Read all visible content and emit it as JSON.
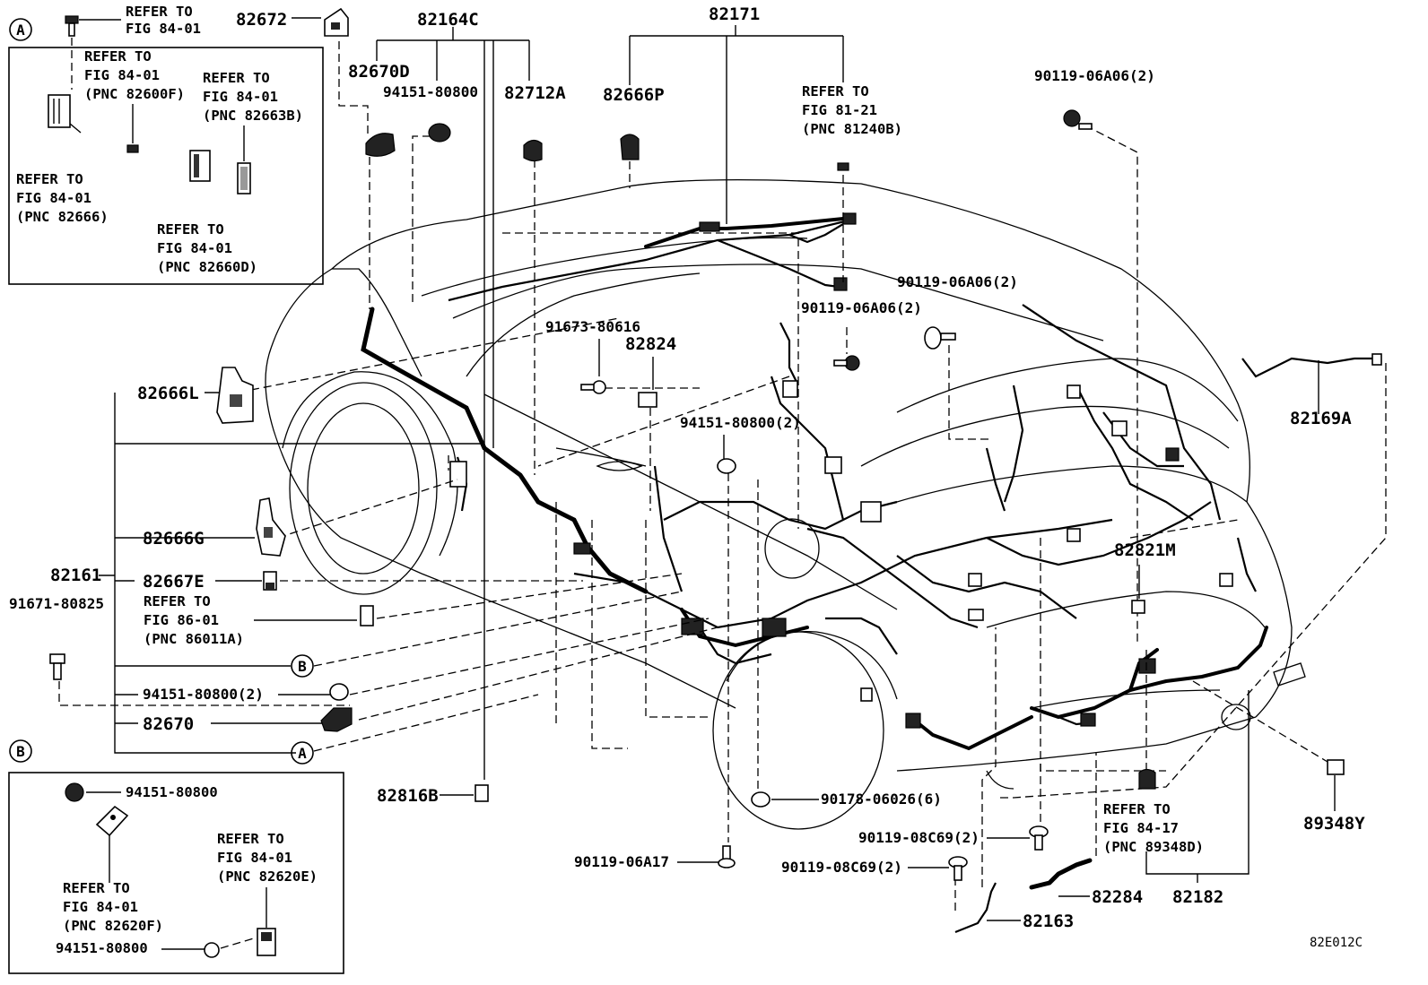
{
  "diagram_code": "82E012C",
  "inset_a": {
    "marker": "A",
    "refer_1": [
      "REFER TO",
      "FIG 84-01"
    ],
    "refer_2": [
      "REFER TO",
      "FIG 84-01",
      "(PNC 82600F)"
    ],
    "refer_3": [
      "REFER TO",
      "FIG 84-01",
      "(PNC 82663B)"
    ],
    "refer_4": [
      "REFER TO",
      "FIG 84-01",
      "(PNC 82666)"
    ],
    "refer_5": [
      "REFER TO",
      "FIG 84-01",
      "(PNC 82660D)"
    ]
  },
  "inset_b": {
    "marker": "B",
    "bolt_1": "94151-80800",
    "bolt_2": "94151-80800",
    "refer_1": [
      "REFER TO",
      "FIG 84-01",
      "(PNC 82620E)"
    ],
    "refer_2": [
      "REFER TO",
      "FIG 84-01",
      "(PNC 82620F)"
    ]
  },
  "parts": {
    "p82672": "82672",
    "p82164C": "82164C",
    "p82171": "82171",
    "p82670D": "82670D",
    "p94151_top": "94151-80800",
    "p82712A": "82712A",
    "p82666P": "82666P",
    "p90119_06A06_top": "90119-06A06(2)",
    "p90119_06A06_mid": "90119-06A06(2)",
    "p90119_06A06_low": "90119-06A06(2)",
    "p91673": "91673-80616",
    "p82824": "82824",
    "p94151_2_mid": "94151-80800(2)",
    "p82169A": "82169A",
    "p82666L": "82666L",
    "p82666G": "82666G",
    "p82161": "82161",
    "p82667E": "82667E",
    "p91671": "91671-80825",
    "p94151_2_left": "94151-80800(2)",
    "p82670": "82670",
    "p82816B": "82816B",
    "p90178": "90178-06026(6)",
    "p90119_06A17": "90119-06A17",
    "p90119_08C69_a": "90119-08C69(2)",
    "p90119_08C69_b": "90119-08C69(2)",
    "p82284": "82284",
    "p82163": "82163",
    "p82182": "82182",
    "p82821M": "82821M",
    "p89348Y": "89348Y"
  },
  "refs": {
    "fig81": [
      "REFER TO",
      "FIG 81-21",
      "(PNC 81240B)"
    ],
    "fig86": [
      "REFER TO",
      "FIG 86-01",
      "(PNC 86011A)"
    ],
    "fig84_17": [
      "REFER TO",
      "FIG 84-17",
      "(PNC 89348D)"
    ]
  },
  "callouts": {
    "a": "A",
    "b": "B"
  }
}
